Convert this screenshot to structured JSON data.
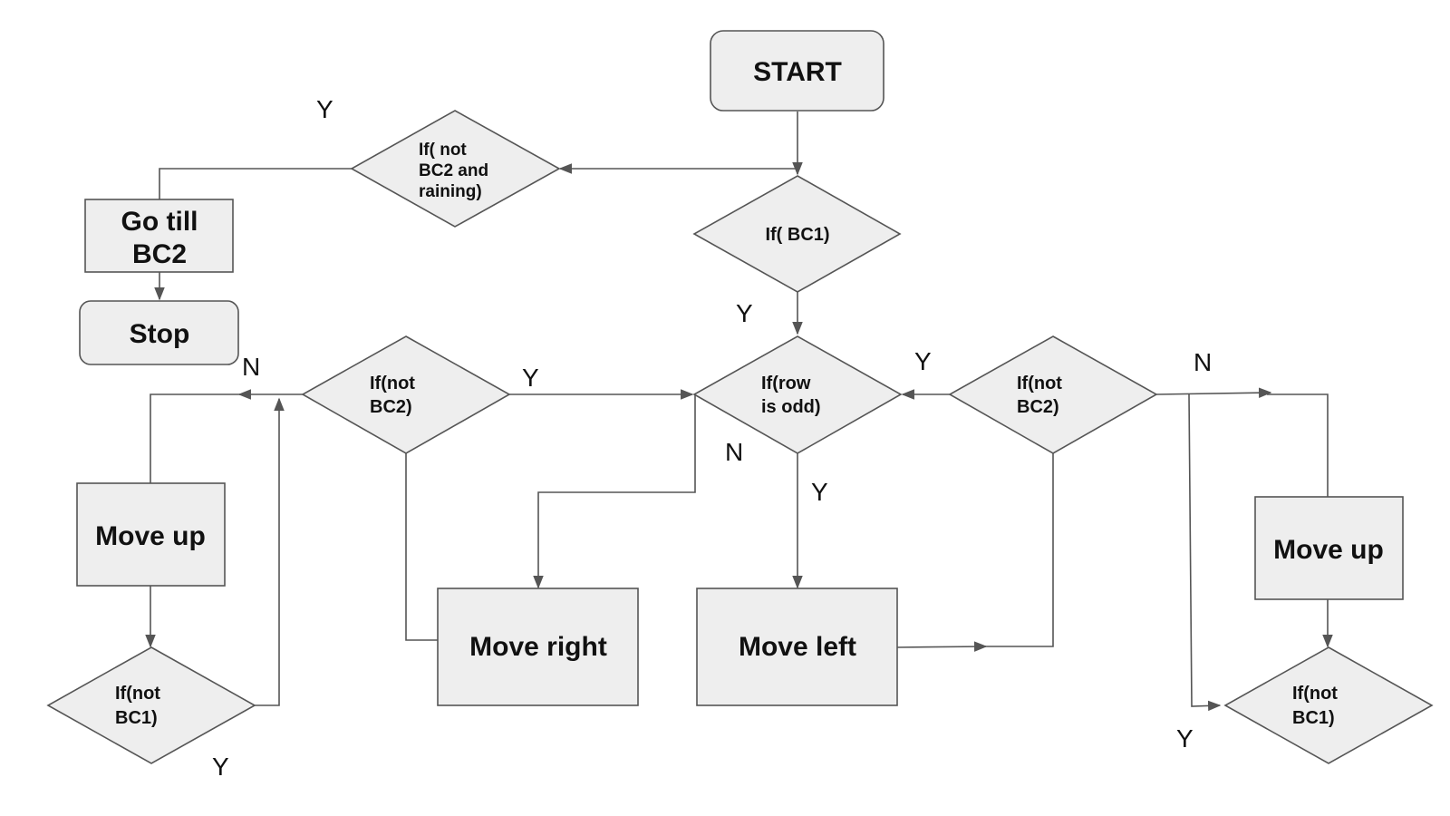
{
  "diagram": {
    "nodes": {
      "start": {
        "lines": [
          "START"
        ]
      },
      "cond_bc2_raining": {
        "lines": [
          "If( not",
          "BC2 and",
          "raining)"
        ]
      },
      "go_till_bc2": {
        "lines": [
          "Go till",
          "BC2"
        ]
      },
      "stop": {
        "lines": [
          "Stop"
        ]
      },
      "cond_bc1": {
        "lines": [
          "If( BC1)"
        ]
      },
      "cond_row_odd": {
        "lines": [
          "If(row",
          "is odd)"
        ]
      },
      "cond_not_bc2_left": {
        "lines": [
          "If(not",
          "BC2)"
        ]
      },
      "cond_not_bc2_right": {
        "lines": [
          "If(not",
          "BC2)"
        ]
      },
      "move_up_left": {
        "lines": [
          "Move up"
        ]
      },
      "move_up_right": {
        "lines": [
          "Move up"
        ]
      },
      "cond_not_bc1_left": {
        "lines": [
          "If(not",
          "BC1)"
        ]
      },
      "cond_not_bc1_right": {
        "lines": [
          "If(not",
          "BC1)"
        ]
      },
      "move_right": {
        "lines": [
          "Move right"
        ]
      },
      "move_left": {
        "lines": [
          "Move left"
        ]
      }
    },
    "edge_labels": {
      "y_top": "Y",
      "y_bc1": "Y",
      "n_left": "N",
      "y_left": "Y",
      "n_row": "N",
      "y_row": "Y",
      "y_right": "Y",
      "n_right": "N",
      "y_bottom_left": "Y",
      "y_bottom_right": "Y"
    }
  }
}
